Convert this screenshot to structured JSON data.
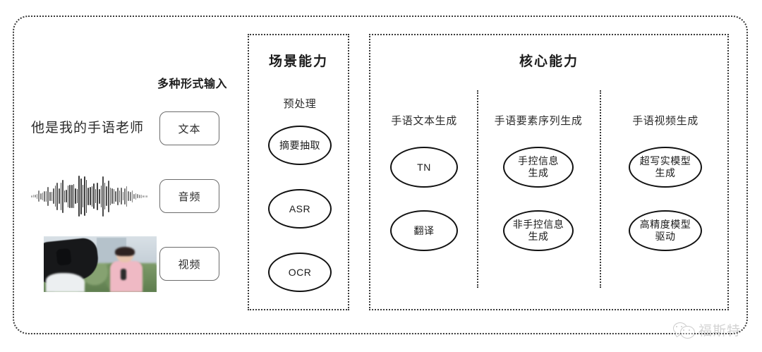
{
  "diagram": {
    "input_section": {
      "title": "多种形式输入",
      "modalities": [
        {
          "preview_kind": "text-sample",
          "preview_text": "他是我的手语老师",
          "chip_label": "文本"
        },
        {
          "preview_kind": "audio-waveform",
          "preview_text": "",
          "chip_label": "音频"
        },
        {
          "preview_kind": "video-thumbnail",
          "preview_text": "",
          "chip_label": "视频"
        }
      ]
    },
    "scene_panel": {
      "title": "场景能力",
      "subtitle": "预处理",
      "nodes": [
        "摘要抽取",
        "ASR",
        "OCR"
      ]
    },
    "core_panel": {
      "title": "核心能力",
      "columns": [
        {
          "label": "手语文本生成",
          "nodes": [
            "TN",
            "翻译"
          ]
        },
        {
          "label": "手语要素序列生成",
          "nodes": [
            "手控信息\n生成",
            "非手控信息\n生成"
          ]
        },
        {
          "label": "手语视频生成",
          "nodes": [
            "超写实模型\n生成",
            "高精度模型\n驱动"
          ]
        }
      ]
    },
    "watermark": {
      "icon": "wechat-icon",
      "label": "福斯特"
    },
    "colors": {
      "border": "#3a3a3a",
      "node_stroke": "#111111",
      "text": "#2b2b2b",
      "watermark": "#8a8a8a"
    }
  }
}
